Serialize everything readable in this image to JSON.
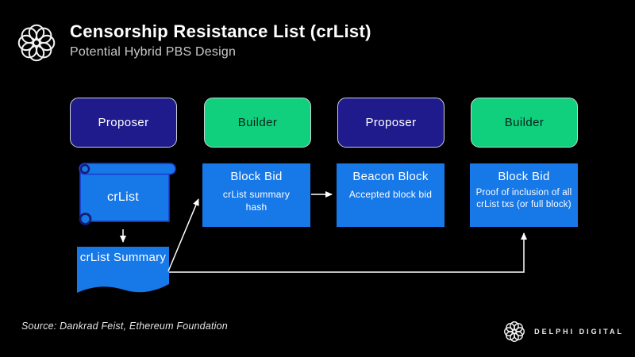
{
  "header": {
    "title": "Censorship Resistance List (crList)",
    "subtitle": "Potential Hybrid PBS Design"
  },
  "colors": {
    "background": "#000000",
    "proposer": "#1f1b8d",
    "builder": "#10d07e",
    "box_blue": "#1778e8",
    "accent_dark_blue": "#1c39cf"
  },
  "lanes": [
    {
      "role": "Proposer",
      "type": "proposer"
    },
    {
      "role": "Builder",
      "type": "builder"
    },
    {
      "role": "Proposer",
      "type": "proposer"
    },
    {
      "role": "Builder",
      "type": "builder"
    }
  ],
  "nodes": {
    "crlist": {
      "label": "crList",
      "shape": "scroll"
    },
    "block_bid_1": {
      "title": "Block Bid",
      "body": "crList summary hash"
    },
    "beacon_block": {
      "title": "Beacon Block",
      "body": "Accepted block bid"
    },
    "block_bid_2": {
      "title": "Block Bid",
      "body": "Proof of inclusion of all crList txs (or full block)"
    },
    "crlist_summary": {
      "label": "crList Summary",
      "shape": "document"
    }
  },
  "icons": {
    "knot_logo": "delphi-knot-icon"
  },
  "footer": {
    "source": "Source: Dankrad Feist, Ethereum Foundation",
    "brand": "DELPHI DIGITAL"
  }
}
